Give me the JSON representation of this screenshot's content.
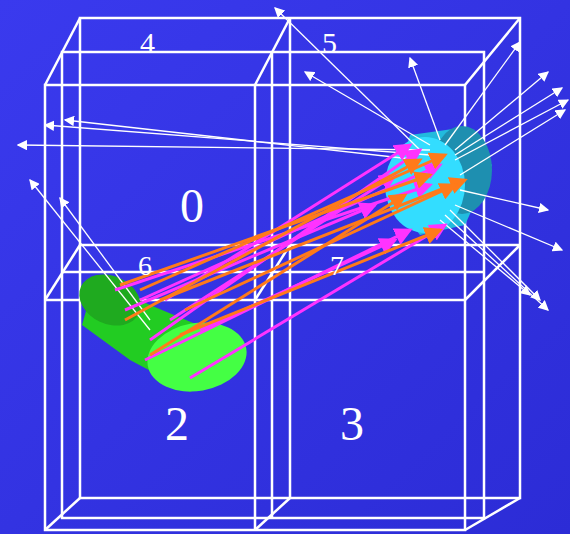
{
  "diagram": {
    "labels": [
      "4",
      "5",
      "0",
      "6",
      "7",
      "2",
      "3"
    ]
  }
}
